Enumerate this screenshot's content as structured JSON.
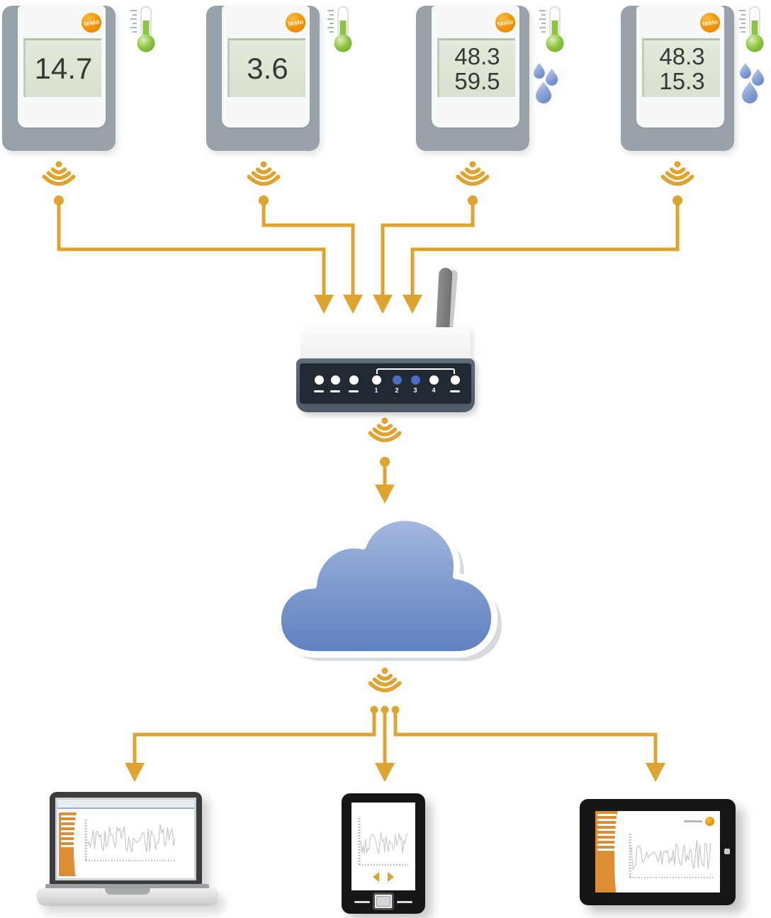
{
  "brand": {
    "name": "testo"
  },
  "loggers": [
    {
      "display": {
        "line1": "14.7"
      },
      "sensors": [
        "temperature"
      ]
    },
    {
      "display": {
        "line1": "3.6"
      },
      "sensors": [
        "temperature"
      ]
    },
    {
      "display": {
        "line1": "48.3",
        "line2": "59.5"
      },
      "sensors": [
        "temperature",
        "humidity"
      ]
    },
    {
      "display": {
        "line1": "48.3",
        "line2": "15.3"
      },
      "sensors": [
        "temperature",
        "humidity"
      ]
    }
  ],
  "router": {
    "port_labels": [
      "1",
      "2",
      "3",
      "4"
    ],
    "led_colors": [
      "white",
      "white",
      "white",
      "white",
      "blue",
      "blue",
      "white",
      "white"
    ]
  },
  "icons": {
    "wifi": "wifi-signal-down-icon",
    "thermometer": "thermometer-icon",
    "humidity": "water-drops-icon",
    "cloud": "cloud-icon",
    "brand_logo": "testo-logo"
  },
  "colors": {
    "amber_connector": "#DFA42F",
    "logo_orange": "#F39200",
    "logger_gray": "#9AA2A9",
    "lcd_green": "#DCE5D4",
    "led_blue": "#4A6CC3",
    "cloud_blue_top": "#A6BADF",
    "cloud_blue_bottom": "#5E80BF",
    "sidebar_orange": "#DD8E35",
    "thermometer_green": "#8CC63F",
    "droplet_blue": "#8FA8D9"
  },
  "devices": {
    "left": "laptop",
    "center": "smartphone",
    "right": "tablet"
  }
}
